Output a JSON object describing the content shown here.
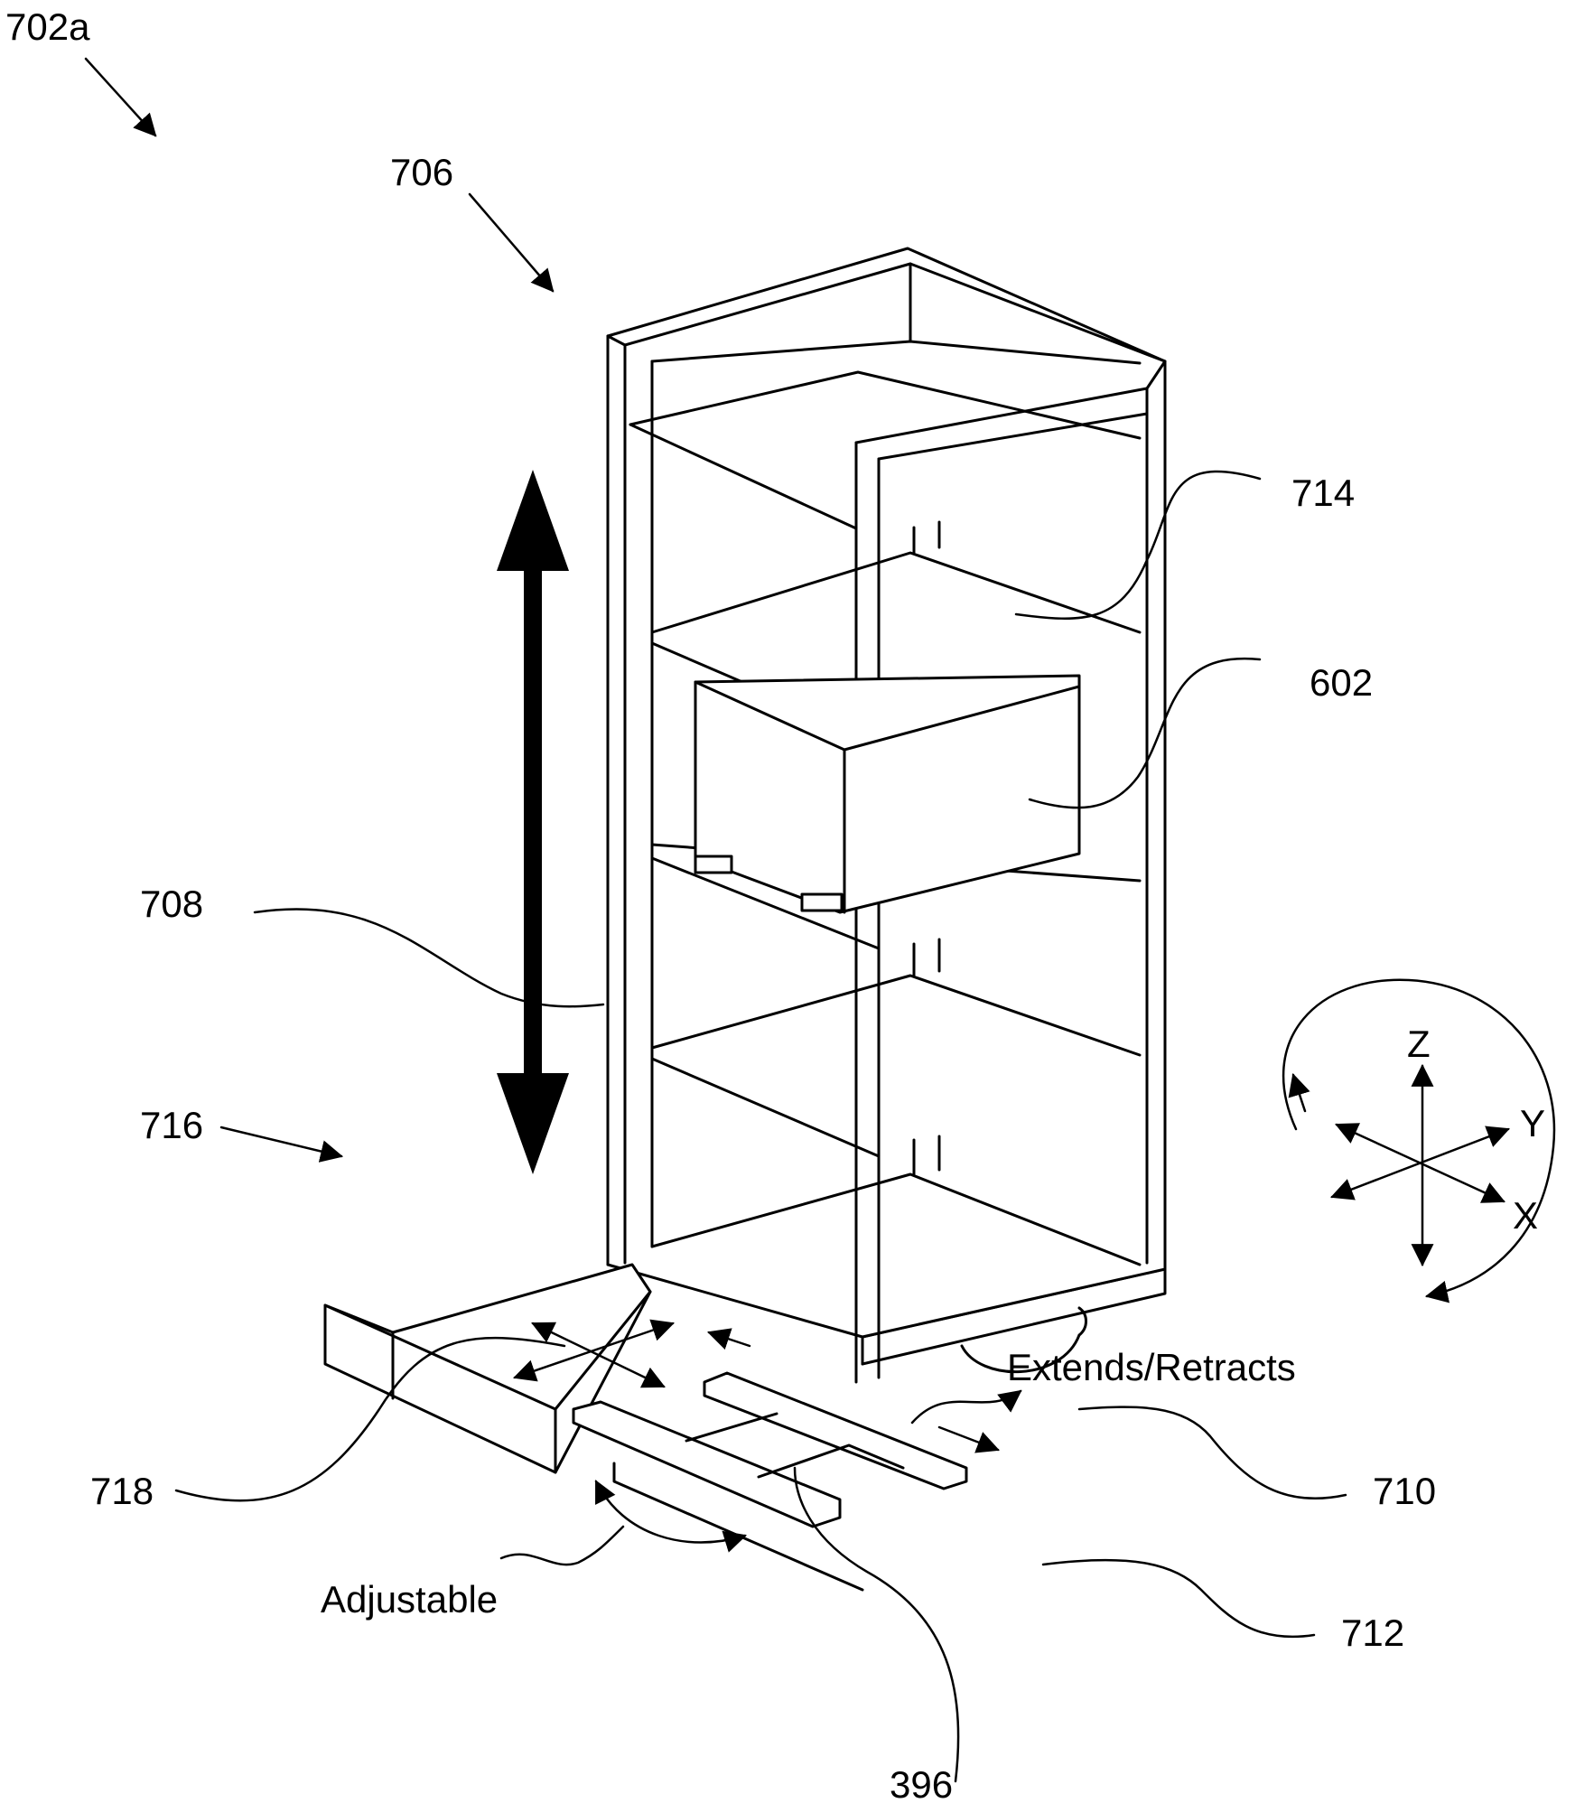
{
  "figure": {
    "labels": {
      "fig_ref": "702a",
      "frame": "706",
      "shelf": "714",
      "container": "602",
      "mast": "708",
      "lift_direction": "716",
      "base": "710",
      "wheels": "712",
      "fork_area": "718",
      "forks": "396",
      "extends_retracts": "Extends/Retracts",
      "adjustable": "Adjustable"
    },
    "axes": {
      "z": "Z",
      "y": "Y",
      "x": "X"
    }
  }
}
